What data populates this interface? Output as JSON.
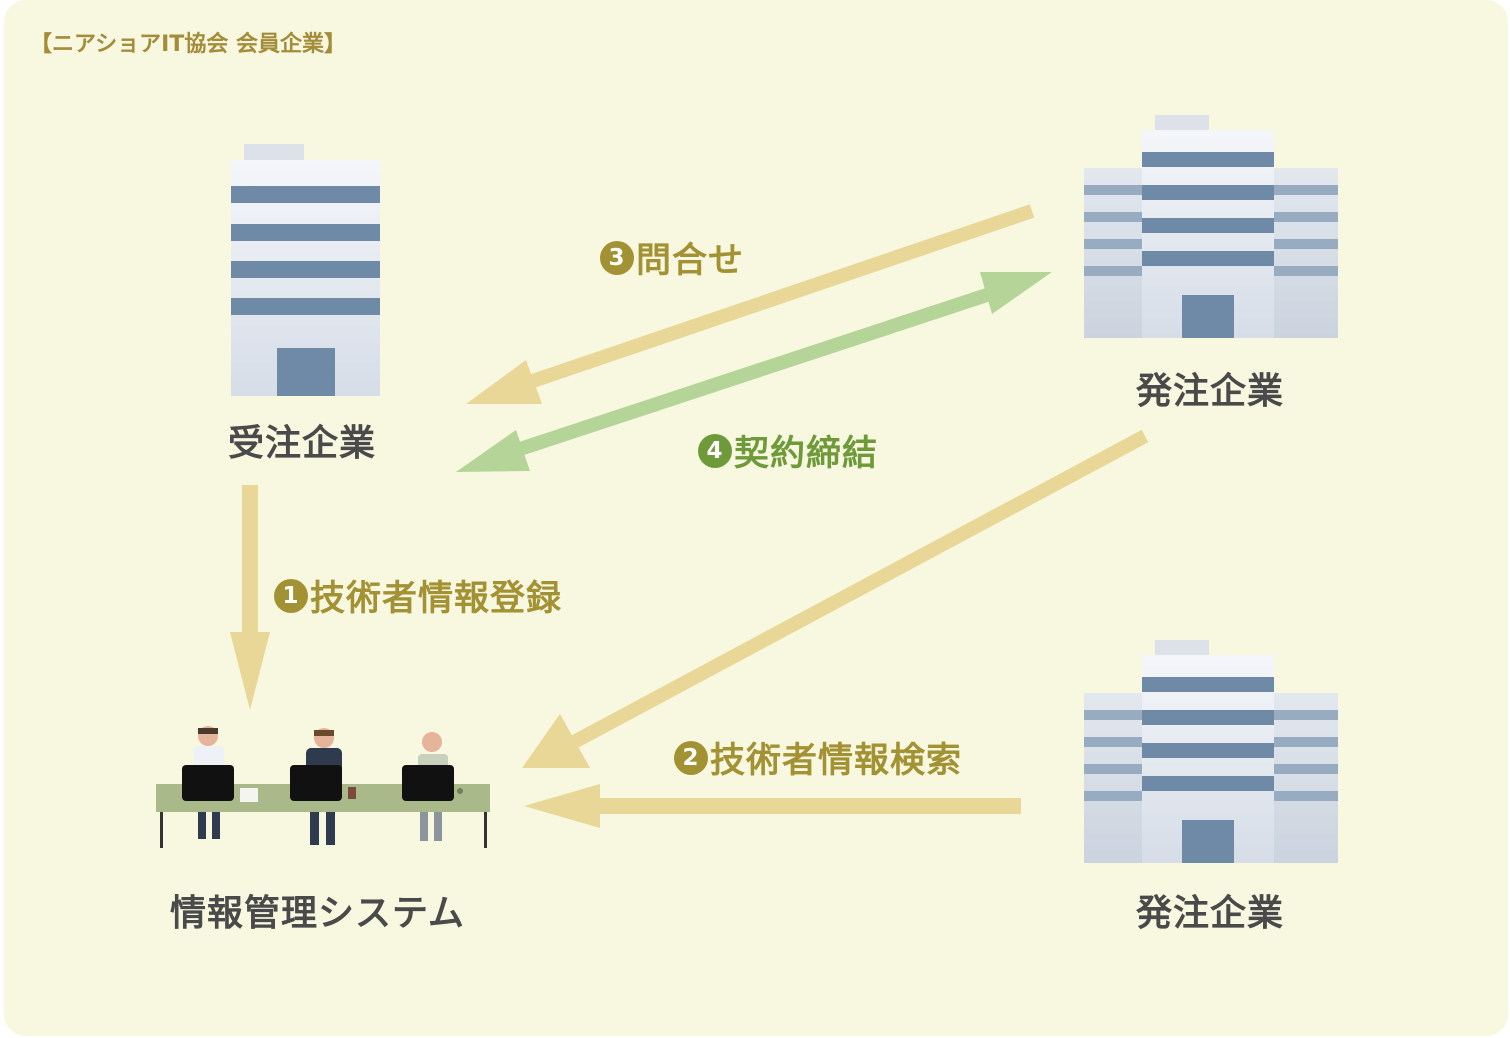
{
  "header": {
    "title": "【ニアショアIT協会 会員企業】"
  },
  "nodes": {
    "contractor": {
      "label": "受注企業"
    },
    "client_top": {
      "label": "発注企業"
    },
    "client_bottom": {
      "label": "発注企業"
    },
    "system": {
      "label": "情報管理システム"
    }
  },
  "steps": [
    {
      "number": "1",
      "label": "技術者情報登録"
    },
    {
      "number": "2",
      "label": "技術者情報検索"
    },
    {
      "number": "3",
      "label": "問合せ"
    },
    {
      "number": "4",
      "label": "契約締結"
    }
  ],
  "colors": {
    "background": "#f8f7e0",
    "gold_arrow": "#e8d796",
    "green_arrow": "#b5d598",
    "gold_text": "#a39233",
    "green_text": "#6f9a3a",
    "building_stripe": "#6e8aa6",
    "desk": "#a9b98a"
  }
}
